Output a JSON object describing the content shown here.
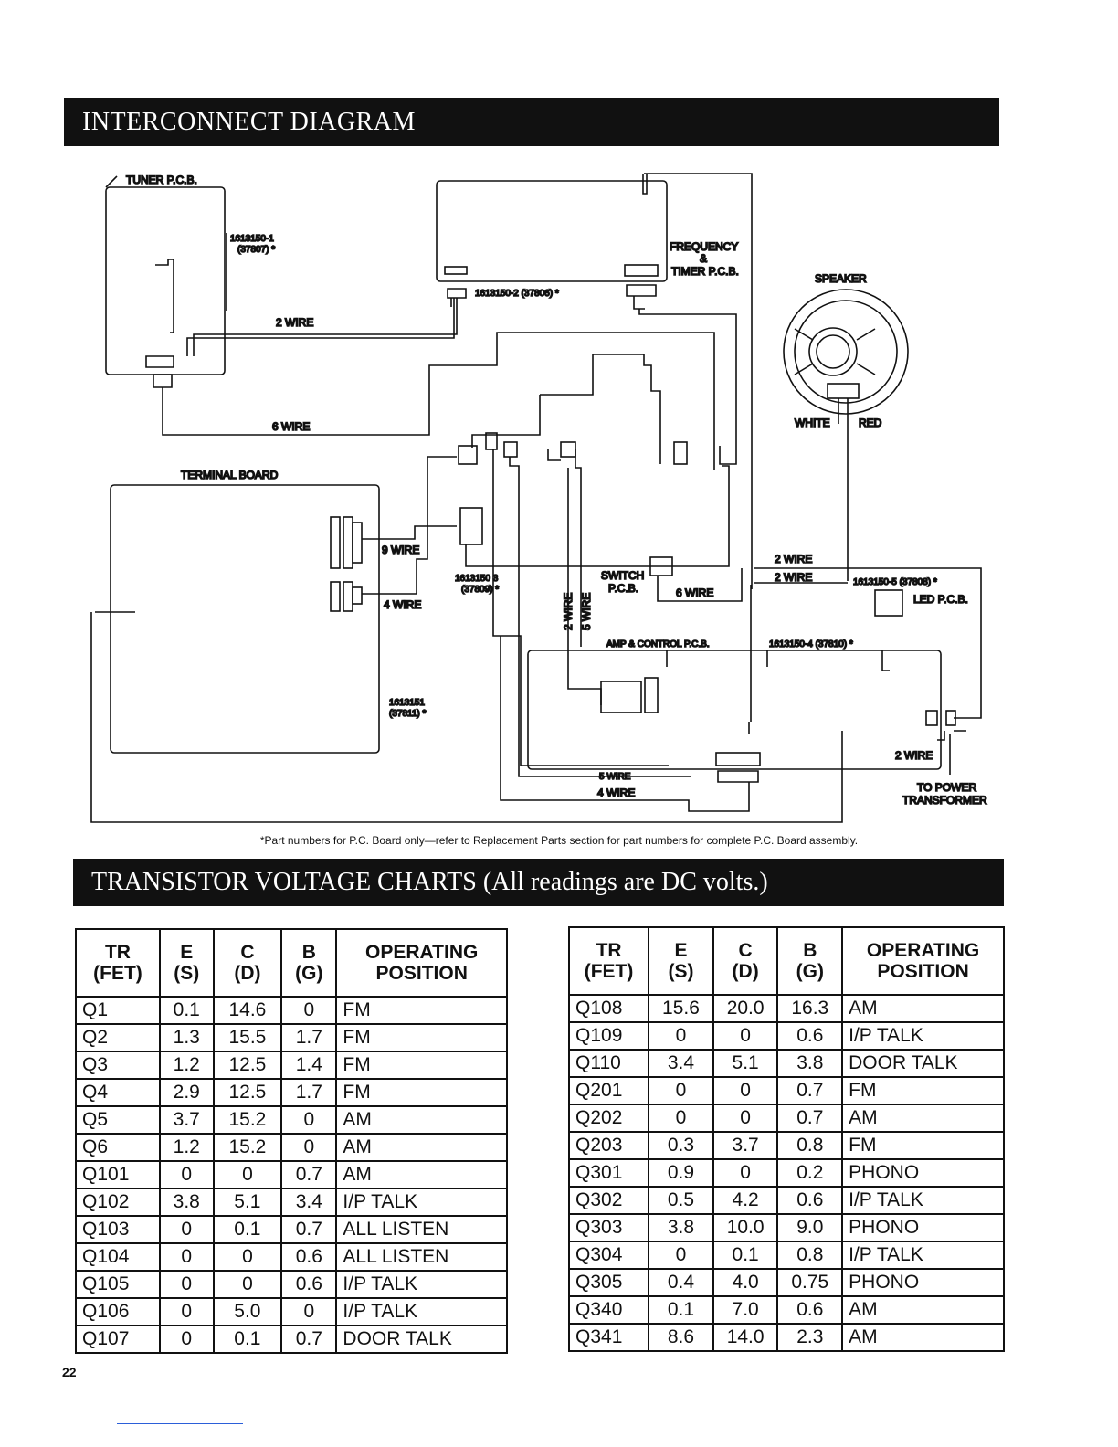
{
  "diagram": {
    "banner_title": "INTERCONNECT DIAGRAM",
    "labels": {
      "tuner_pcb": "TUNER P.C.B.",
      "tuner_part": "1613150-1",
      "tuner_part_alt": "(37807) *",
      "freq_part": "1613150-2 (37806) *",
      "freq_line1": "FREQUENCY",
      "freq_line2": "&",
      "freq_line3": "TIMER P.C.B.",
      "speaker": "SPEAKER",
      "white": "WHITE",
      "red": "RED",
      "two_wire_top": "2 WIRE",
      "six_wire_left": "6 WIRE",
      "terminal_board": "TERMINAL BOARD",
      "nine_wire": "9 WIRE",
      "four_wire_term": "4 WIRE",
      "sw_part": "1613150 3",
      "sw_part_alt": "(37809) *",
      "switch": "SWITCH",
      "switch_pcb": "P.C.B.",
      "six_wire_sw": "6 WIRE",
      "vert_2wire": "2 WIRE",
      "vert_5wire": "5 WIRE",
      "two_wire_r1": "2 WIRE",
      "two_wire_r2": "2 WIRE",
      "led_part": "1613150-5 (37808) *",
      "led_pcb": "LED P.C.B.",
      "amp_pcb": "AMP & CONTROL P.C.B.",
      "amp_part": "1613150-4 (37810) *",
      "term_part": "1613151",
      "term_part_alt": "(37811) *",
      "two_wire_power": "2 WIRE",
      "to_power": "TO POWER",
      "transformer": "TRANSFORMER",
      "five_wire_bottom": "5 WIRE",
      "four_wire_bottom": "4 WIRE"
    },
    "footnote": "*Part numbers for P.C. Board only—refer to Replacement Parts section for part numbers for complete P.C. Board assembly."
  },
  "charts": {
    "banner_title": "TRANSISTOR VOLTAGE CHARTS (All readings are DC volts.)",
    "headers": {
      "tr": "TR",
      "tr_sub": "(FET)",
      "e": "E",
      "e_sub": "(S)",
      "c": "C",
      "c_sub": "(D)",
      "b": "B",
      "b_sub": "(G)",
      "op": "OPERATING",
      "op_sub": "POSITION"
    },
    "left_rows": [
      [
        "Q1",
        "0.1",
        "14.6",
        "0",
        "FM"
      ],
      [
        "Q2",
        "1.3",
        "15.5",
        "1.7",
        "FM"
      ],
      [
        "Q3",
        "1.2",
        "12.5",
        "1.4",
        "FM"
      ],
      [
        "Q4",
        "2.9",
        "12.5",
        "1.7",
        "FM"
      ],
      [
        "Q5",
        "3.7",
        "15.2",
        "0",
        "AM"
      ],
      [
        "Q6",
        "1.2",
        "15.2",
        "0",
        "AM"
      ],
      [
        "Q101",
        "0",
        "0",
        "0.7",
        "AM"
      ],
      [
        "Q102",
        "3.8",
        "5.1",
        "3.4",
        "I/P TALK"
      ],
      [
        "Q103",
        "0",
        "0.1",
        "0.7",
        "ALL LISTEN"
      ],
      [
        "Q104",
        "0",
        "0",
        "0.6",
        "ALL LISTEN"
      ],
      [
        "Q105",
        "0",
        "0",
        "0.6",
        "I/P TALK"
      ],
      [
        "Q106",
        "0",
        "5.0",
        "0",
        "I/P TALK"
      ],
      [
        "Q107",
        "0",
        "0.1",
        "0.7",
        "DOOR TALK"
      ]
    ],
    "right_rows": [
      [
        "Q108",
        "15.6",
        "20.0",
        "16.3",
        "AM"
      ],
      [
        "Q109",
        "0",
        "0",
        "0.6",
        "I/P TALK"
      ],
      [
        "Q110",
        "3.4",
        "5.1",
        "3.8",
        "DOOR TALK"
      ],
      [
        "Q201",
        "0",
        "0",
        "0.7",
        "FM"
      ],
      [
        "Q202",
        "0",
        "0",
        "0.7",
        "AM"
      ],
      [
        "Q203",
        "0.3",
        "3.7",
        "0.8",
        "FM"
      ],
      [
        "Q301",
        "0.9",
        "0",
        "0.2",
        "PHONO"
      ],
      [
        "Q302",
        "0.5",
        "4.2",
        "0.6",
        "I/P TALK"
      ],
      [
        "Q303",
        "3.8",
        "10.0",
        "9.0",
        "PHONO"
      ],
      [
        "Q304",
        "0",
        "0.1",
        "0.8",
        "I/P TALK"
      ],
      [
        "Q305",
        "0.4",
        "4.0",
        "0.75",
        "PHONO"
      ],
      [
        "Q340",
        "0.1",
        "7.0",
        "0.6",
        "AM"
      ],
      [
        "Q341",
        "8.6",
        "14.0",
        "2.3",
        "AM"
      ]
    ]
  },
  "page_number": "22"
}
